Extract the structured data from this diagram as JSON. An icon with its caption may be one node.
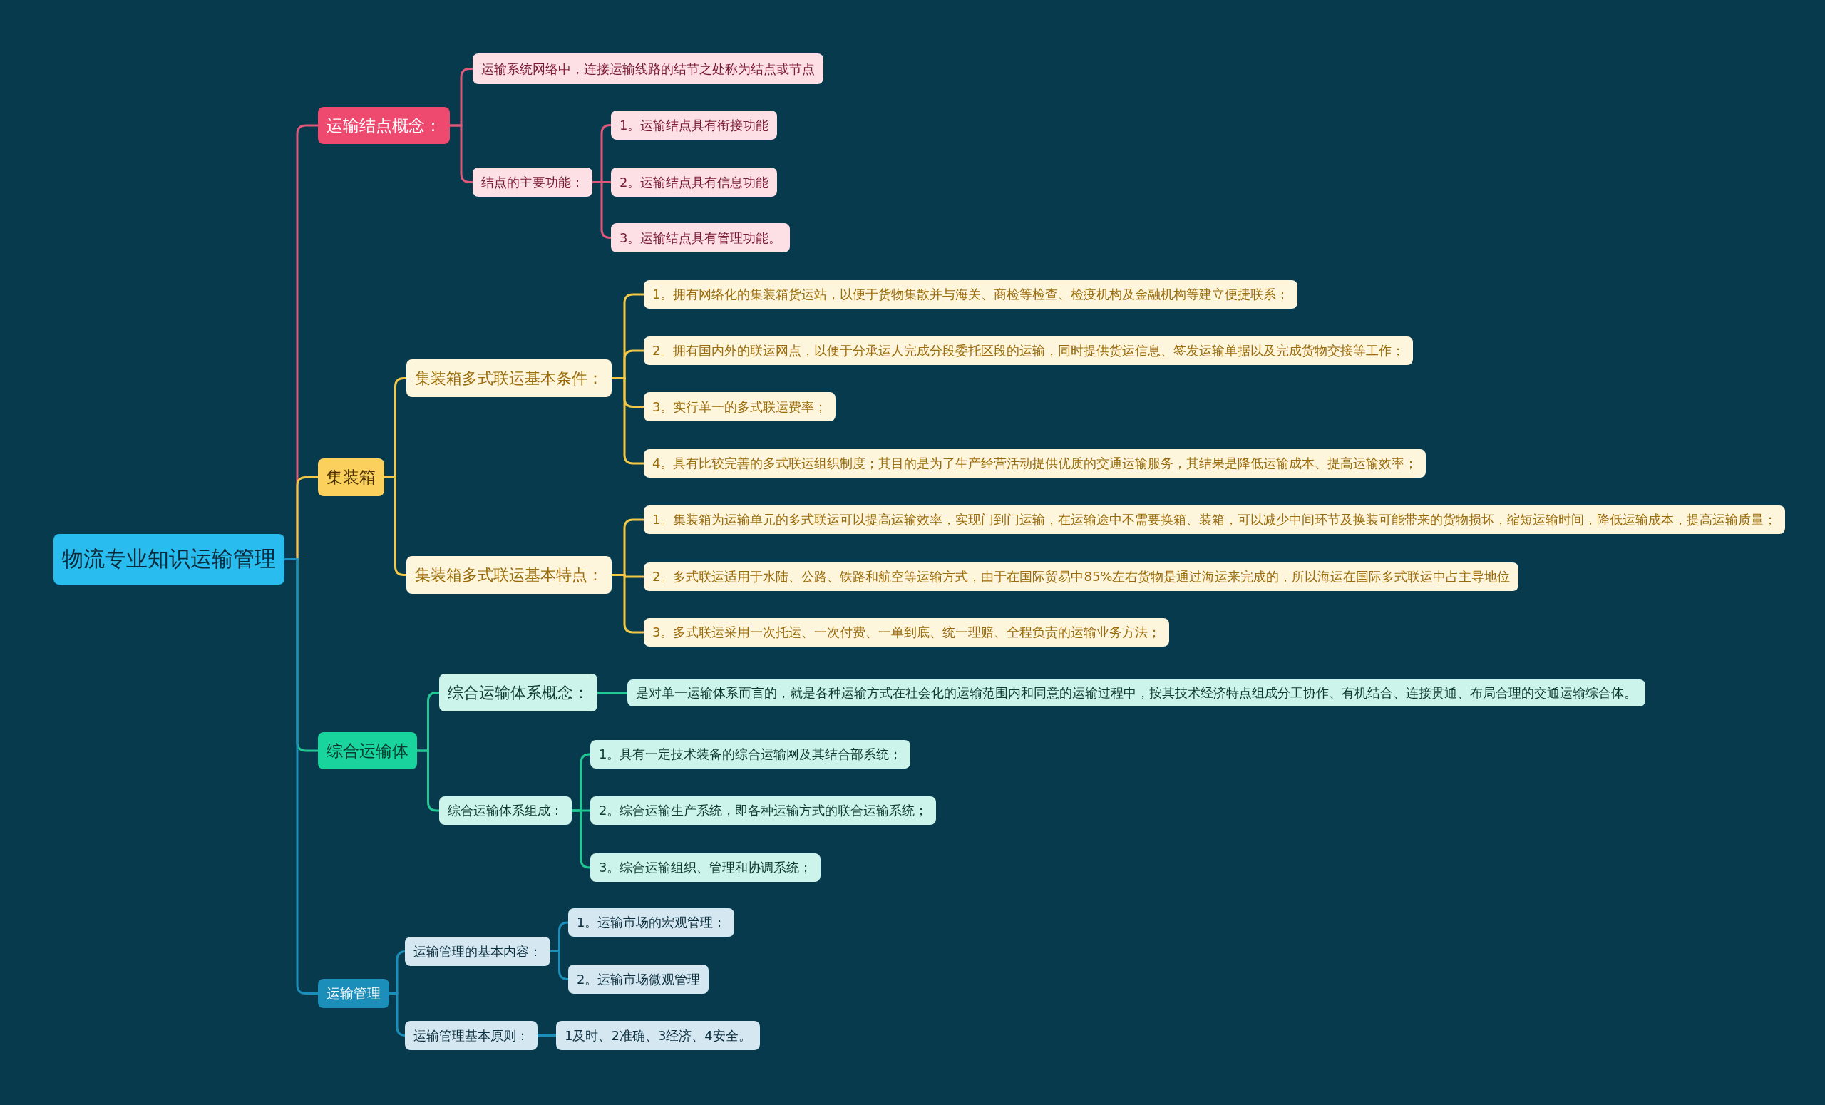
{
  "diagram": {
    "nodes": [
      {
        "text": [
          "物流专业知识运输管理"
        ]
      },
      {
        "text": [
          "运输结点概念："
        ]
      },
      {
        "text": [
          "运输系统网络中，连接运输线路的结节之处称为结点或节点"
        ]
      },
      {
        "text": [
          "结点的主要功能："
        ]
      },
      {
        "text": [
          "1。运输结点具有衔接功能"
        ]
      },
      {
        "text": [
          "2。运输结点具有信息功能"
        ]
      },
      {
        "text": [
          "3。运输结点具有管理功能。"
        ]
      },
      {
        "text": [
          "集装箱"
        ]
      },
      {
        "text": [
          "集装箱多式联运基本条件："
        ]
      },
      {
        "text": [
          "1。拥有网络化的集装箱货运站，以便于货物集散并与海关、商检等检查、检疫机构及金融机构等建立便捷联系；"
        ]
      },
      {
        "text": [
          "2。拥有国内外的联运网点，以便于分承运人完成分段委托区段的运输，同时提供货运信息、签发运输单据以及完成货物交接等工作；"
        ]
      },
      {
        "text": [
          "3。实行单一的多式联运费率；"
        ]
      },
      {
        "text": [
          "4。具有比较完善的多式联运组织制度；其目的是为了生产经营活动提供优质的交通运输服务，其结果是降低运输成本、提高运输效率；"
        ]
      },
      {
        "text": [
          "集装箱多式联运基本特点："
        ]
      },
      {
        "text": [
          "1。集装箱为运输单元的多式联运可以提高运输效率，实现门到门运输，在运输途中不需要换箱、装箱，可以减少中间环节及换装可能带来的货物损坏，缩短运输时间，降低运输成本，提高运输质量；"
        ]
      },
      {
        "text": [
          "2。多式联运适用于水陆、公路、铁路和航空等运输方式，由于在国际贸易中85%左右货物是通过海运来完成的，所以海运在国际多式联运中占主导地位"
        ]
      },
      {
        "text": [
          "3。多式联运采用一次托运、一次付费、一单到底、统一理赔、全程负责的运输业务方法；"
        ]
      },
      {
        "text": [
          "综合运输体"
        ]
      },
      {
        "text": [
          "综合运输体系概念："
        ]
      },
      {
        "text": [
          "是对单一运输体系而言的，就是各种运输方式在社会化的运输范围内和同意的运输过程中，按其技术经济特点组成分工协作、有机结合、连接贯通、布局合理的交通运输综合体。"
        ]
      },
      {
        "text": [
          "综合运输体系组成："
        ]
      },
      {
        "text": [
          "1。具有一定技术装备的综合运输网及其结合部系统；"
        ]
      },
      {
        "text": [
          "2。综合运输生产系统，即各种运输方式的联合运输系统；"
        ]
      },
      {
        "text": [
          "3。综合运输组织、管理和协调系统；"
        ]
      },
      {
        "text": [
          "运输管理"
        ]
      },
      {
        "text": [
          "运输管理的基本内容："
        ]
      },
      {
        "text": [
          "1。运输市场的宏观管理；"
        ]
      },
      {
        "text": [
          "2。运输市场微观管理"
        ]
      },
      {
        "text": [
          "运输管理基本原则："
        ]
      },
      {
        "text": [
          "1及时、2准确、3经济、4安全。"
        ]
      }
    ],
    "edges": [
      {
        "from": 0,
        "to": 1,
        "arrow": "none",
        "color": "#e0577b"
      },
      {
        "from": 1,
        "to": 2,
        "arrow": "none",
        "color": "#e0577b"
      },
      {
        "from": 1,
        "to": 3,
        "arrow": "none",
        "color": "#e0577b"
      },
      {
        "from": 3,
        "to": 4,
        "arrow": "none",
        "color": "#e0577b"
      },
      {
        "from": 3,
        "to": 5,
        "arrow": "none",
        "color": "#e0577b"
      },
      {
        "from": 3,
        "to": 6,
        "arrow": "none",
        "color": "#e0577b"
      },
      {
        "from": 0,
        "to": 7,
        "arrow": "none",
        "color": "#f3c846"
      },
      {
        "from": 7,
        "to": 8,
        "arrow": "none",
        "color": "#f3c846"
      },
      {
        "from": 8,
        "to": 9,
        "arrow": "none",
        "color": "#f3c846"
      },
      {
        "from": 8,
        "to": 10,
        "arrow": "none",
        "color": "#f3c846"
      },
      {
        "from": 8,
        "to": 11,
        "arrow": "none",
        "color": "#f3c846"
      },
      {
        "from": 8,
        "to": 12,
        "arrow": "none",
        "color": "#f3c846"
      },
      {
        "from": 7,
        "to": 13,
        "arrow": "none",
        "color": "#f3c846"
      },
      {
        "from": 13,
        "to": 14,
        "arrow": "none",
        "color": "#f3c846"
      },
      {
        "from": 13,
        "to": 15,
        "arrow": "none",
        "color": "#f3c846"
      },
      {
        "from": 13,
        "to": 16,
        "arrow": "none",
        "color": "#f3c846"
      },
      {
        "from": 0,
        "to": 17,
        "arrow": "none",
        "color": "#23c995"
      },
      {
        "from": 17,
        "to": 18,
        "arrow": "none",
        "color": "#23c995"
      },
      {
        "from": 18,
        "to": 19,
        "arrow": "none",
        "color": "#23c995"
      },
      {
        "from": 17,
        "to": 20,
        "arrow": "none",
        "color": "#23c995"
      },
      {
        "from": 20,
        "to": 21,
        "arrow": "none",
        "color": "#23c995"
      },
      {
        "from": 20,
        "to": 22,
        "arrow": "none",
        "color": "#23c995"
      },
      {
        "from": 20,
        "to": 23,
        "arrow": "none",
        "color": "#23c995"
      },
      {
        "from": 0,
        "to": 24,
        "arrow": "none",
        "color": "#1b8eb9"
      },
      {
        "from": 24,
        "to": 25,
        "arrow": "none",
        "color": "#1b8eb9"
      },
      {
        "from": 25,
        "to": 26,
        "arrow": "none",
        "color": "#1b8eb9"
      },
      {
        "from": 25,
        "to": 27,
        "arrow": "none",
        "color": "#1b8eb9"
      },
      {
        "from": 24,
        "to": 28,
        "arrow": "none",
        "color": "#1b8eb9"
      },
      {
        "from": 28,
        "to": 29,
        "arrow": "none",
        "color": "#1b8eb9"
      }
    ]
  }
}
